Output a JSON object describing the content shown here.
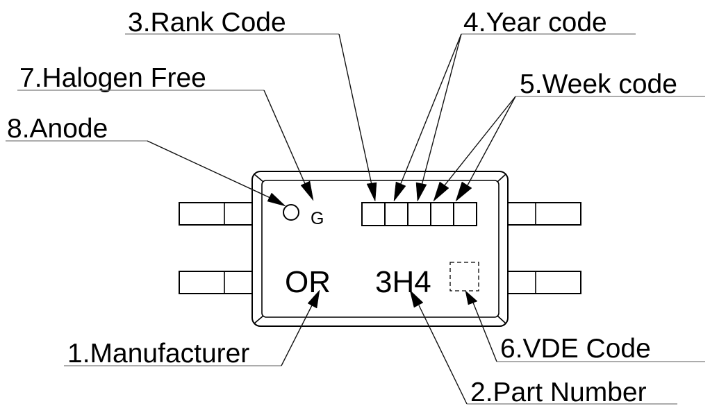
{
  "labels": {
    "manufacturer": "1.Manufacturer",
    "part_number": "2.Part Number",
    "rank_code": "3.Rank Code",
    "year_code": "4.Year code",
    "week_code": "5.Week code",
    "vde_code": "6.VDE Code",
    "halogen_free": "7.Halogen Free",
    "anode": "8.Anode"
  },
  "marking": {
    "manufacturer_text": "OR",
    "part_number_text": "3H4",
    "halogen_mark": "G"
  },
  "colors": {
    "line": "#000000",
    "underline": "#7a7a7a",
    "background": "#ffffff"
  }
}
